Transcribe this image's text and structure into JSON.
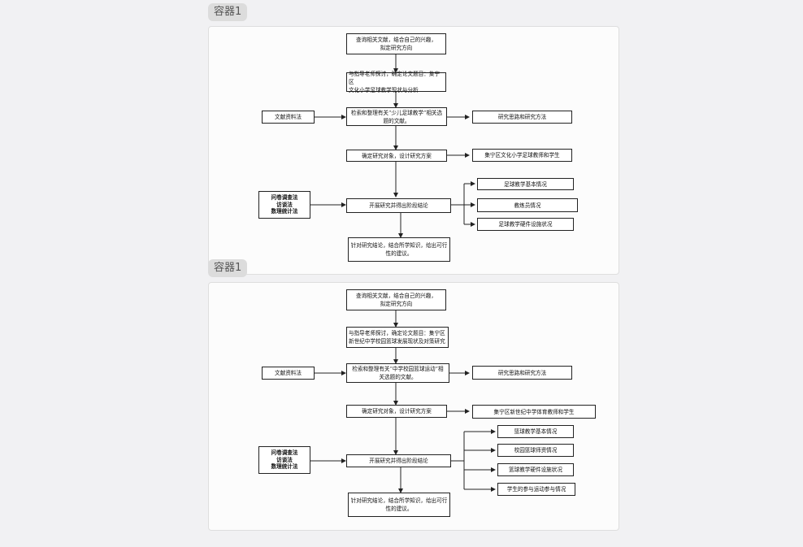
{
  "containers": [
    {
      "label": "容器1",
      "nodes": {
        "step1": "查询相关文献，结合自己的兴趣，\n拟定研究方向",
        "step2": "与指导老师探讨，确定论文题目：集宁区\n文化小学足球教学现状与分析",
        "step3": "检索和整理有关“少儿足球教学”相关选\n题的文献。",
        "step4": "确定研究对象，设计研究方案",
        "step5": "开展研究并得出阶段结论",
        "step6": "针对研究结论，结合所学知识，给出可行\n性的建议。",
        "method_lit": "文献资料法",
        "methods_survey": "问卷调查法\n访谈法\n数理统计法",
        "right_ideas": "研究思路和研究方法",
        "right_subjects": "集宁区文化小学足球教师和学生",
        "findings": [
          "足球教学基本情况",
          "教练员情况",
          "足球教学硬件设施状况"
        ]
      }
    },
    {
      "label": "容器1",
      "nodes": {
        "step1": "查询相关文献，结合自己的兴趣，\n拟定研究方向",
        "step2": "与指导老师探讨，确定论文题目：集宁区\n新世纪中学校园篮球发展现状及对策研究",
        "step3": "检索和整理有关“中学校园篮球运动”相\n关选题的文献。",
        "step4": "确定研究对象，设计研究方案",
        "step5": "开展研究并得出阶段结论",
        "step6": "针对研究结论，结合所学知识，给出可行\n性的建议。",
        "method_lit": "文献资料法",
        "methods_survey": "问卷调查法\n访谈法\n数理统计法",
        "right_ideas": "研究思路和研究方法",
        "right_subjects": "集宁区新世纪中学体育教师和学生",
        "findings": [
          "篮球教学基本情况",
          "校园篮球师资情况",
          "篮球教学硬件设施状况",
          "学生的参与运动参与情况"
        ]
      }
    }
  ]
}
